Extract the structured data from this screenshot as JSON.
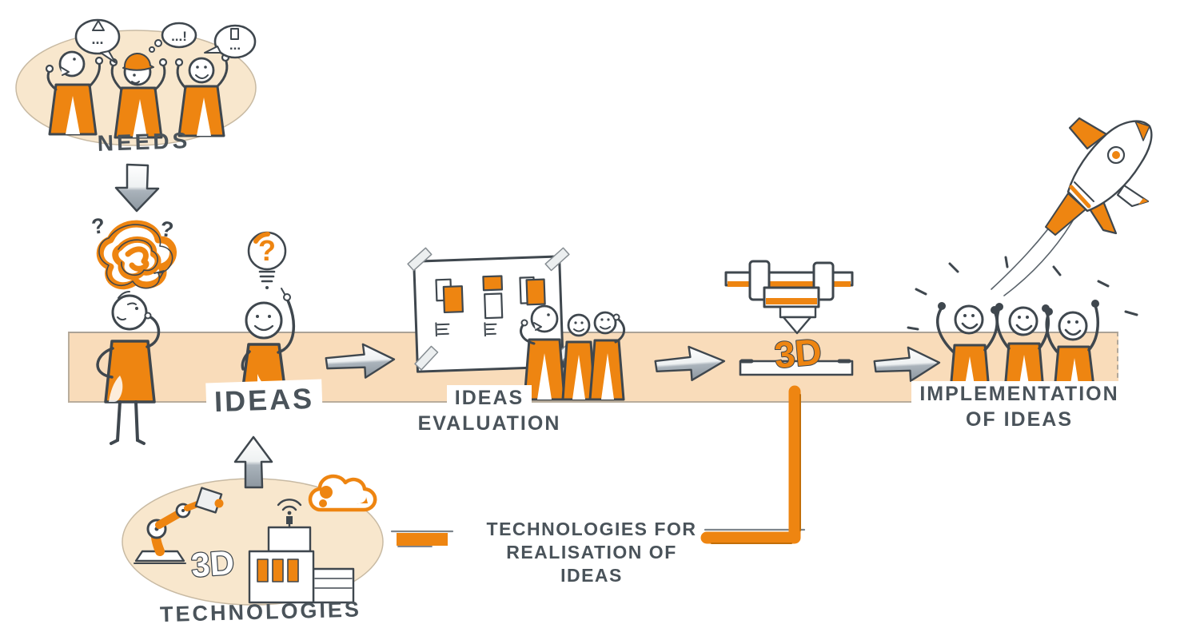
{
  "palette": {
    "orange": "#ee8511",
    "band": "#f9dcba",
    "oval": "#f8e7cd",
    "ink": "#4a535a",
    "stroke": "#3f474e",
    "arrow_face": "#ffffff",
    "arrow_shade": "#8d97a0"
  },
  "labels": {
    "needs": "NEEDS",
    "ideas": "IDEAS",
    "ideas_evaluation": {
      "line1": "IDEAS",
      "line2": "EVALUATION"
    },
    "implementation": {
      "line1": "IMPLEMENTATION",
      "line2": "OF IDEAS"
    },
    "technologies": "TECHNOLOGIES",
    "technologies_for": {
      "line1": "TECHNOLOGIES FOR",
      "line2": "REALISATION OF IDEAS"
    },
    "printer_3d": "3D",
    "tech_3d": "3D"
  },
  "glyphs": {
    "bubble1_dots": "...",
    "bubble2_text": "...!",
    "bubble3_dots": "...",
    "question_left": "?",
    "question_right": "?",
    "bulb_question": "?"
  },
  "icons": {
    "needs_scene": "brainstorming-people-icon",
    "needs_arrow": "down-block-arrow-icon",
    "tangle": "tangled-thoughts-icon",
    "confused_person": "confused-person-icon",
    "idea_person": "person-with-idea-icon",
    "lightbulb": "lightbulb-icon",
    "flow_arrows": "right-block-arrow-icon",
    "evaluation_board": "sticky-note-board-icon",
    "printer": "3d-printer-icon",
    "celebration": "celebrating-people-icon",
    "rocket": "rocket-icon",
    "technologies_scene": "robot-arm-factory-cloud-icon",
    "tech_arrow": "up-block-arrow-icon",
    "wifi": "wifi-icon",
    "cloud": "cloud-icon"
  }
}
